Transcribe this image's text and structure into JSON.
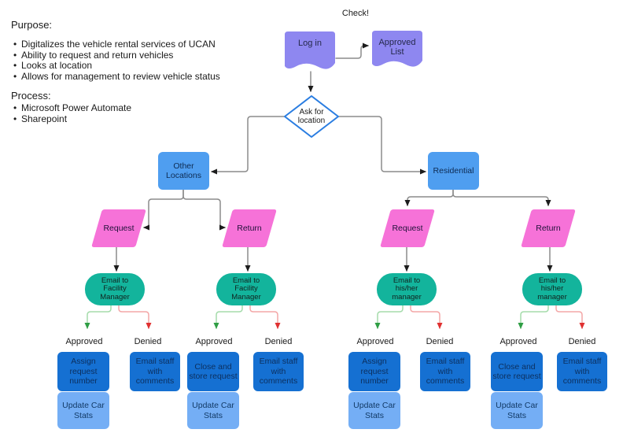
{
  "colors": {
    "document_fill": "#8e87f0",
    "location_fill": "#4f9ef0",
    "decision_border": "#2a7de1",
    "io_fill": "#f672d8",
    "email_fill": "#13b49c",
    "action_fill": "#1570d2",
    "update_fill": "#74aef5",
    "connector": "#8c8c8c",
    "approved_arrow": "#2f9e44",
    "denied_arrow": "#e03131"
  },
  "notes": {
    "purpose_title": "Purpose:",
    "purpose_bullets": [
      "Digitalizes the vehicle rental services of UCAN",
      "Ability to request and return vehicles",
      "Looks at location",
      "Allows for management to review vehicle status"
    ],
    "process_title": "Process:",
    "process_bullets": [
      "Microsoft Power Automate",
      "Sharepoint"
    ]
  },
  "flow": {
    "check_label": "Check!",
    "login_label": "Log in",
    "approved_list_label": "Approved List",
    "decision_label": "Ask for location",
    "left_location_label": "Other Locations",
    "right_location_label": "Residential",
    "branches": [
      {
        "input_label": "Request",
        "email_label": "Email to Facility Manager",
        "approved_label": "Approved",
        "denied_label": "Denied",
        "approved_step1": "Assign request number",
        "approved_step2": "Update Car Stats",
        "denied_step": "Email staff with comments"
      },
      {
        "input_label": "Return",
        "email_label": "Email to Facility Manager",
        "approved_label": "Approved",
        "denied_label": "Denied",
        "approved_step1": "Close and store request",
        "approved_step2": "Update Car Stats",
        "denied_step": "Email staff with comments"
      },
      {
        "input_label": "Request",
        "email_label": "Email to his/her manager",
        "approved_label": "Approved",
        "denied_label": "Denied",
        "approved_step1": "Assign request number",
        "approved_step2": "Update Car Stats",
        "denied_step": "Email staff with comments"
      },
      {
        "input_label": "Return",
        "email_label": "Email to his/her manager",
        "approved_label": "Approved",
        "denied_label": "Denied",
        "approved_step1": "Close and store request",
        "approved_step2": "Update Car Stats",
        "denied_step": "Email staff with comments"
      }
    ]
  }
}
